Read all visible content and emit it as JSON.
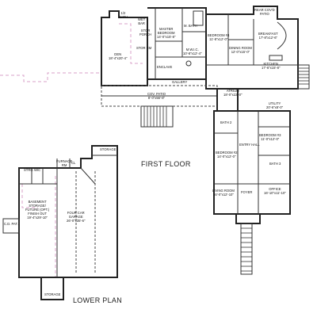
{
  "plan_titles": {
    "first_floor": "FIRST FLOOR",
    "lower_plan": "LOWER PLAN"
  },
  "rooms": {
    "rear_patio": {
      "name": "REAR COV'D",
      "sub": "PATIO"
    },
    "half_bath": {
      "name": "1/2",
      "sub": "BATH"
    },
    "wet_bar": {
      "name": "WET",
      "sub": "BAR"
    },
    "master_bedroom": {
      "name": "MASTER",
      "sub": "BEDROOM",
      "dim": "14'-0\"x15'-8\""
    },
    "m_bath": {
      "name": "M. BATH"
    },
    "bedroom4": {
      "name": "BEDROOM #4",
      "dim": "11'-8\"x12'-0\""
    },
    "breakfast": {
      "name": "BREAKFAST",
      "dim": "17'-8\"x12'-6\""
    },
    "den": {
      "name": "DEN",
      "dim": "18'-4\"x20'-4\""
    },
    "stor_porch": {
      "name": "STOR",
      "sub": "PORCH"
    },
    "stor_rm": {
      "name": "STOR RM"
    },
    "m_wic": {
      "name": "M.W.I.C.",
      "dim": "10'-8\"x12'-4\""
    },
    "dining": {
      "name": "DINING ROOM",
      "dim": "12'-0\"x15'-0\""
    },
    "kitchen": {
      "name": "KITCHEN",
      "dim": "17'-6\"x15'-8\""
    },
    "enclave": {
      "name": "ENCLAVE"
    },
    "gallery": {
      "name": "GALLERY"
    },
    "cov_patio": {
      "name": "COV. PATIO",
      "dim": "8'-0\"x56'-8\""
    },
    "atrium": {
      "name": "ATRIUM",
      "dim": "18'-0\"x22'-0\""
    },
    "utility": {
      "name": "UTILITY",
      "dim": "20'-6\"x8'-0\""
    },
    "bath2": {
      "name": "BATH 2"
    },
    "bedroom3": {
      "name": "BEDROOM #3",
      "dim": "11'-0\"x12'-0\""
    },
    "entry_hall": {
      "name": "ENTRY HALL"
    },
    "bedroom2": {
      "name": "BEDROOM #2",
      "dim": "14'-0\"x12'-0\""
    },
    "bath3": {
      "name": "BATH 3"
    },
    "living_room": {
      "name": "LIVING ROOM",
      "dim": "16'-0\"x12'-10\""
    },
    "foyer": {
      "name": "FOYER"
    },
    "office": {
      "name": "OFFICE",
      "dim": "16'-10\"x11'-10\""
    },
    "storage_top": {
      "name": "STORAGE"
    },
    "strg": {
      "name": "STRG"
    },
    "wic": {
      "name": "WIC"
    },
    "furnace": {
      "name": "FURNACE",
      "sub": "RM"
    },
    "cl": {
      "name": "CL"
    },
    "basement": {
      "name": "BASEMENT",
      "sub": "STORAGE/",
      "line3": "FUTURE (OPT.)",
      "line4": "FINISH OUT",
      "dim": "19'-4\"x29'-10\""
    },
    "garage": {
      "name": "FOUR CAR",
      "sub": "GARAGE",
      "dim": "26'-0\"x35'-6\""
    },
    "cd_pat": {
      "name": "C.D. PAT."
    },
    "storage_bottom": {
      "name": "STORAGE"
    }
  }
}
